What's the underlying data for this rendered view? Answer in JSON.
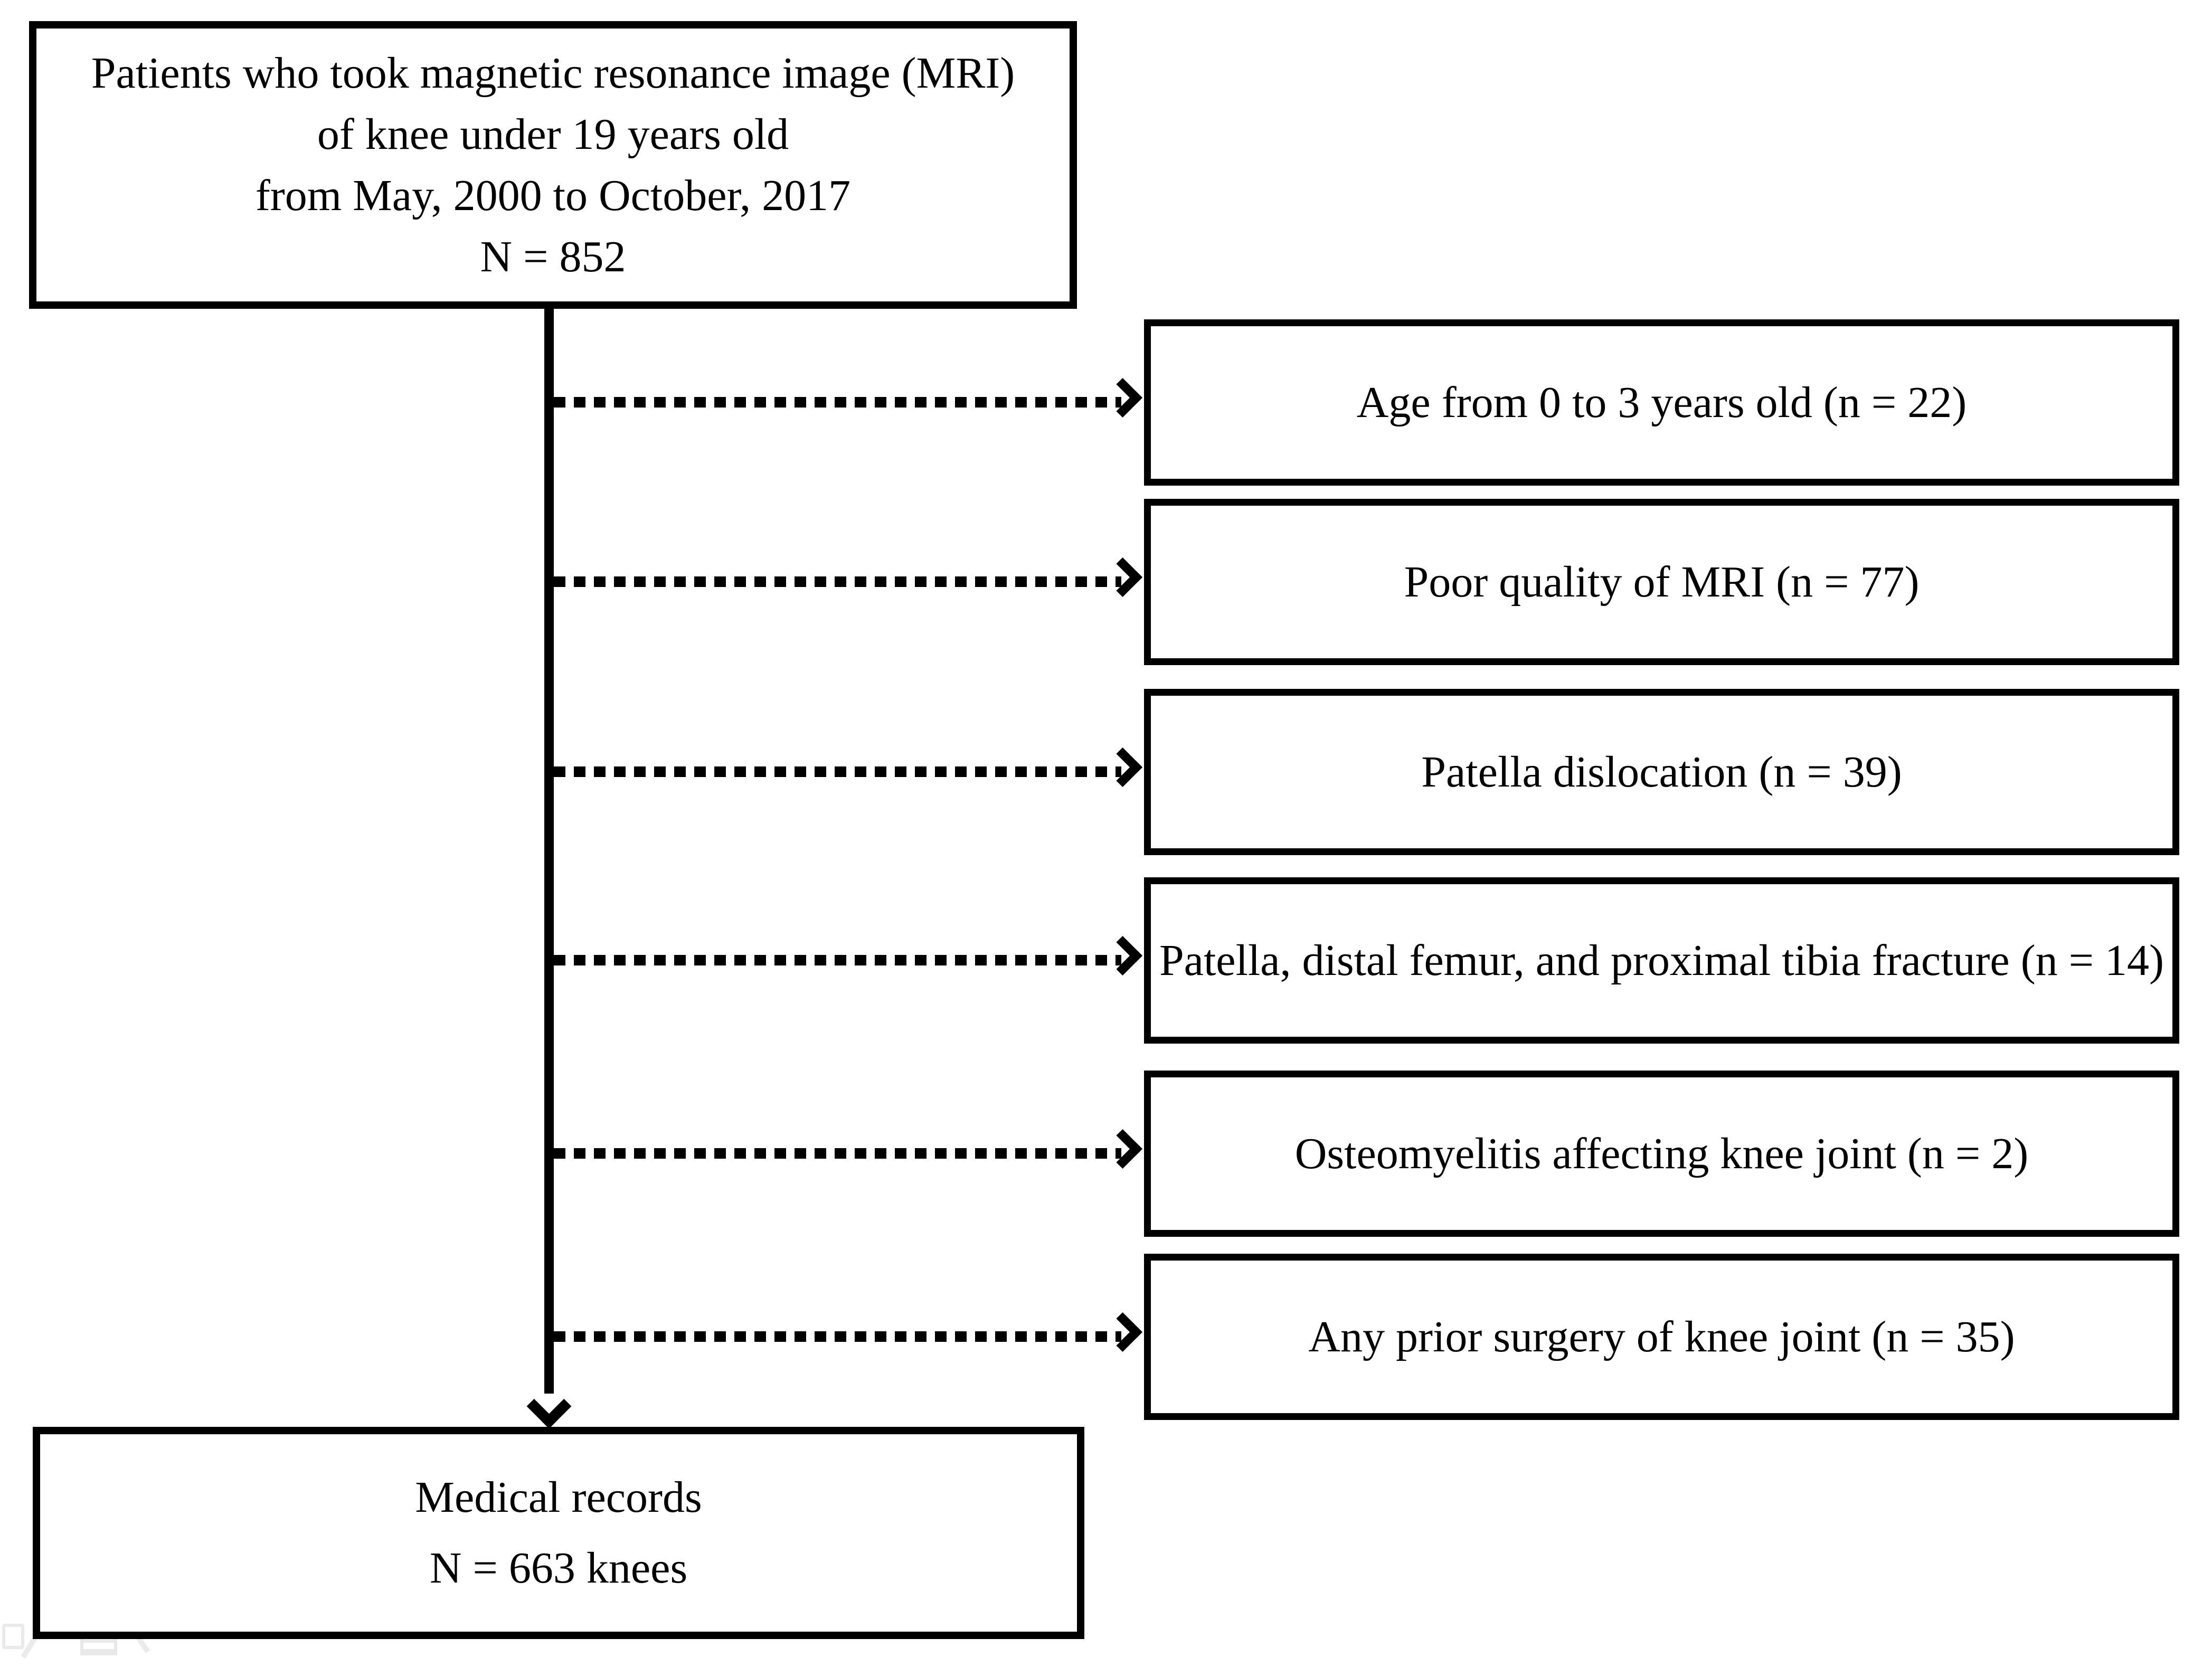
{
  "figure": {
    "background_color": "#ffffff",
    "ink_color": "#000000",
    "type": "patient-flow-diagram"
  },
  "flow": {
    "source_box": {
      "lines": [
        "Patients who took magnetic resonance image (MRI)",
        "of knee under 19 years old",
        "from May, 2000 to October, 2017",
        "N = 852"
      ]
    },
    "exclusions": [
      {
        "label": "Age from 0 to 3 years old (n = 22)"
      },
      {
        "label": "Poor quality of MRI (n = 77)"
      },
      {
        "label": "Patella dislocation (n = 39)"
      },
      {
        "label": "Patella, distal femur, and proximal tibia fracture (n = 14)"
      },
      {
        "label": "Osteomyelitis affecting knee joint (n = 2)"
      },
      {
        "label": "Any prior surgery of knee joint (n = 35)"
      }
    ],
    "result_box": {
      "lines": [
        "Medical records",
        "N = 663 knees"
      ]
    }
  }
}
